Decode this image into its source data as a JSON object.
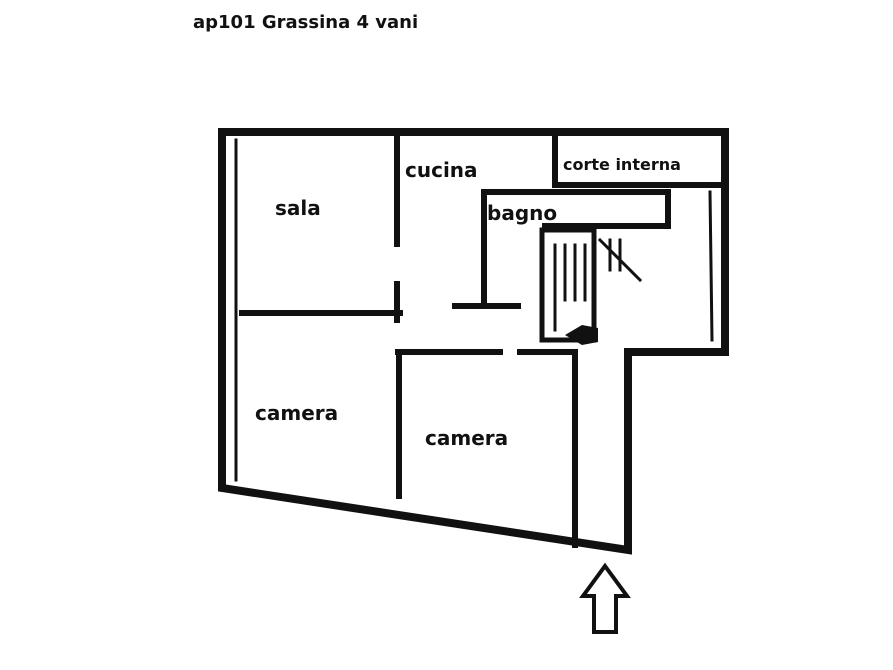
{
  "title": "ap101 Grassina 4 vani",
  "rooms": {
    "sala": "sala",
    "cucina": "cucina",
    "corte_interna": "corte interna",
    "bagno": "bagno",
    "camera_left": "camera",
    "camera_right": "camera"
  },
  "entrance_icon": "up-arrow-icon",
  "colors": {
    "walls": "#111111",
    "background": "#ffffff"
  }
}
